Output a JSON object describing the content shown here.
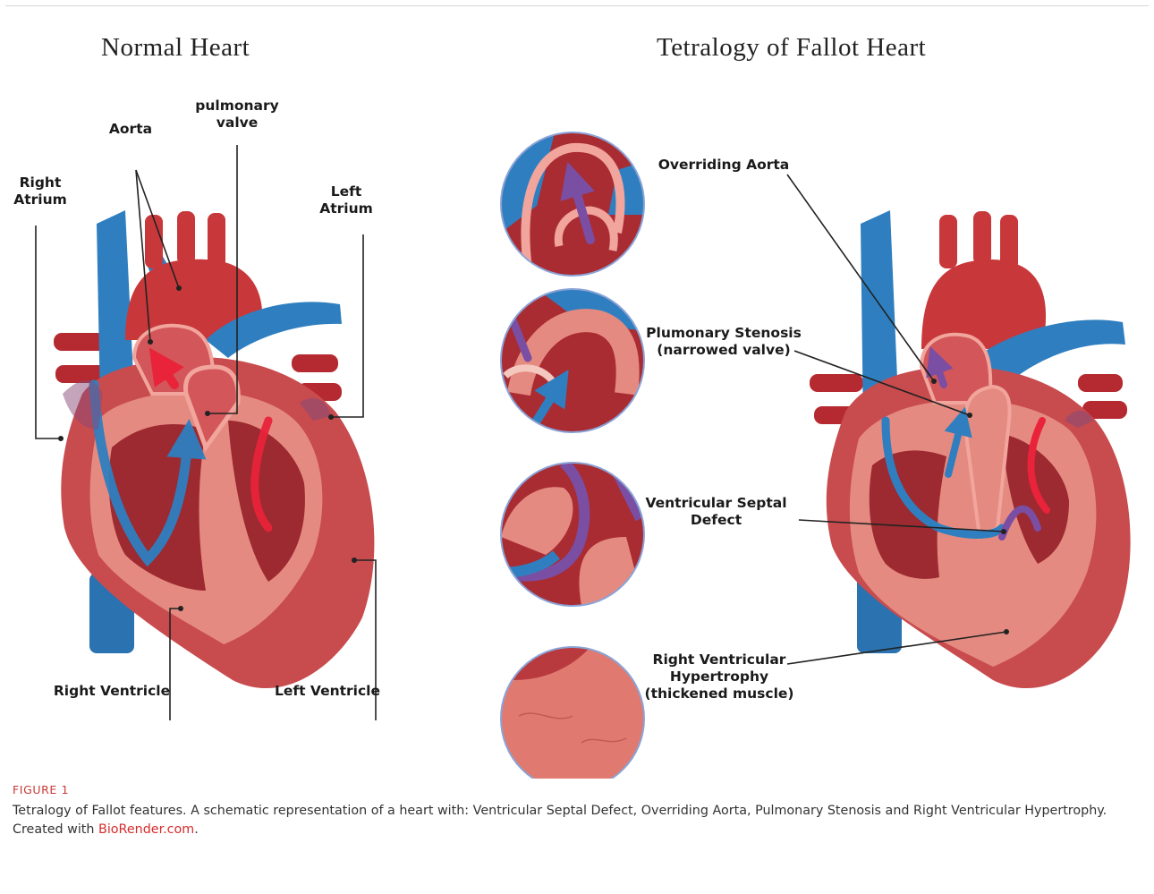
{
  "titles": {
    "normal": "Normal Heart",
    "tof": "Tetralogy of Fallot Heart"
  },
  "normal_labels": {
    "aorta": "Aorta",
    "pulmonary_valve": "pulmonary\nvalve",
    "right_atrium": "Right\nAtrium",
    "left_atrium": "Left\nAtrium",
    "right_ventricle": "Right Ventricle",
    "left_ventricle": "Left Ventricle"
  },
  "tof_labels": {
    "overriding_aorta": "Overriding Aorta",
    "stenosis": "Plumonary Stenosis\n(narrowed valve)",
    "vsd": "Ventricular Septal\nDefect",
    "rvh": "Right Ventricular\nHypertrophy\n(thickened muscle)"
  },
  "caption": {
    "figure_number": "FIGURE 1",
    "text": "Tetralogy of Fallot features. A schematic representation of a heart with: Ventricular Septal Defect, Overriding Aorta, Pulmonary Stenosis and Right Ventricular Hypertrophy. Created with ",
    "link_text": "BioRender.com",
    "end": "."
  },
  "colors": {
    "heart_red": "#c8383a",
    "dark_red": "#8f1d22",
    "vessel_blue": "#2f7fc0",
    "muscle_pink": "#e58a80",
    "arrow_purple": "#7a4ea3",
    "caption_red": "#c73a37"
  }
}
